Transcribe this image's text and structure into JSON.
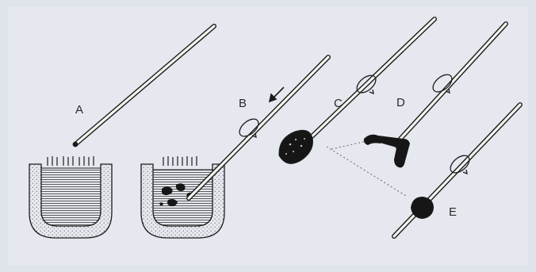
{
  "diagram": {
    "labels": {
      "a": "A",
      "b": "B",
      "c": "C",
      "d": "D",
      "e": "E"
    },
    "colors": {
      "background": "#dfe3ea",
      "ink": "#1c1c1c",
      "hatch": "#4a4a4a",
      "crucible_fill": "#f2f2ee",
      "melt_fill": "#c9ccd0",
      "gather_fill": "#161616",
      "rod_fill": "#f4f4f0",
      "dotted_line": "#666666"
    }
  }
}
